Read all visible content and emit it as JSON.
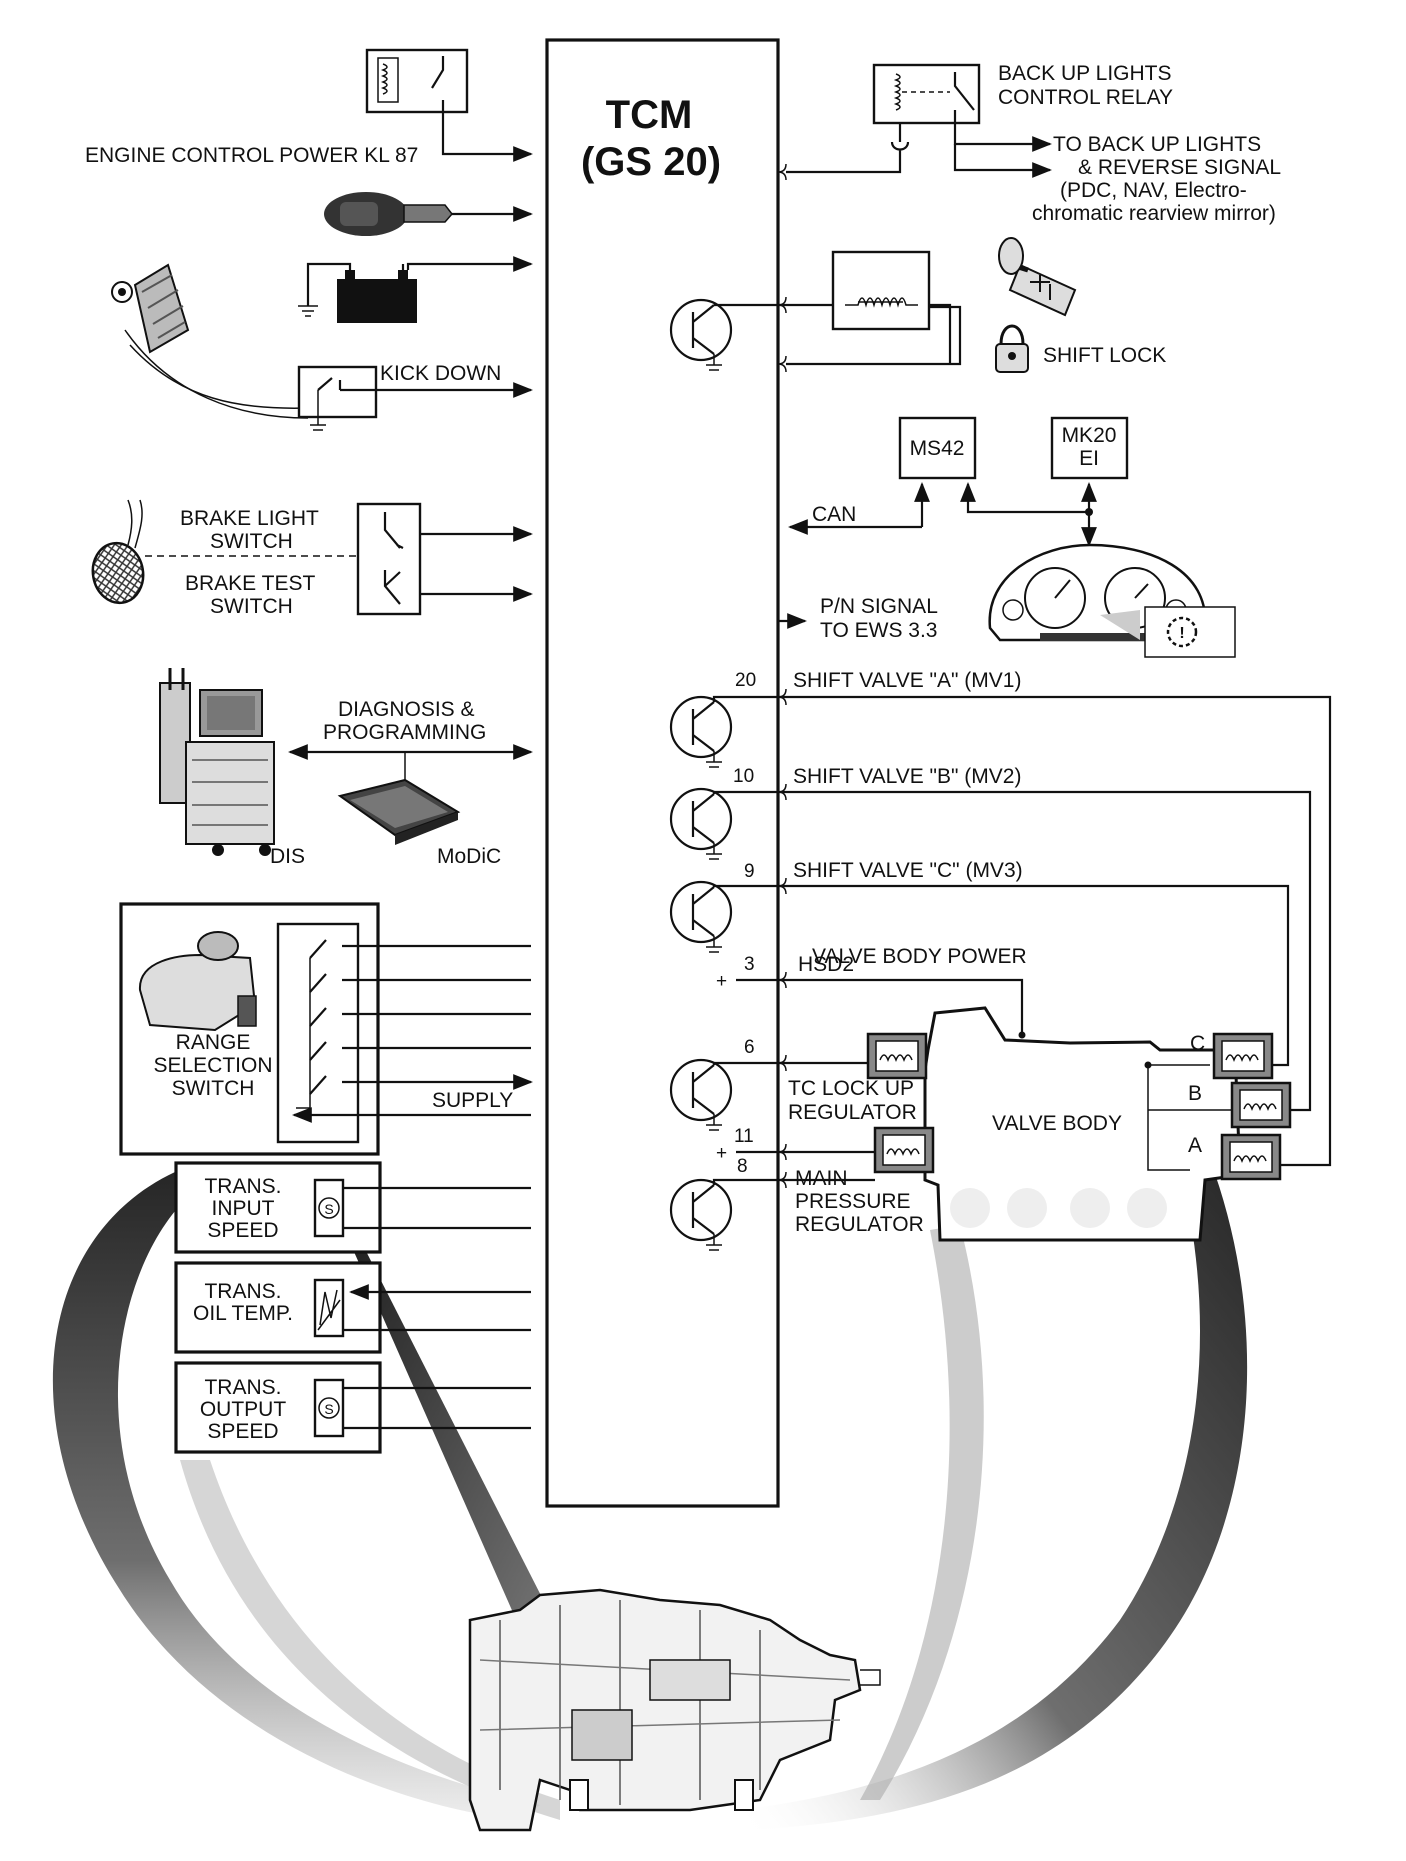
{
  "tcm": {
    "line1": "TCM",
    "line2": "(GS 20)"
  },
  "inputs": {
    "engine_power": "ENGINE CONTROL POWER KL 87",
    "kick_down": "KICK DOWN",
    "brake_light_1": "BRAKE LIGHT",
    "brake_light_2": "SWITCH",
    "brake_test_1": "BRAKE TEST",
    "brake_test_2": "SWITCH",
    "diag_1": "DIAGNOSIS &",
    "diag_2": "PROGRAMMING",
    "dis": "DIS",
    "modic": "MoDiC",
    "range_1": "RANGE",
    "range_2": "SELECTION",
    "range_3": "SWITCH",
    "supply": "SUPPLY",
    "input_speed": [
      "TRANS.",
      "INPUT",
      "SPEED"
    ],
    "oil_temp": [
      "TRANS.",
      "OIL TEMP."
    ],
    "output_speed": [
      "TRANS.",
      "OUTPUT",
      "SPEED"
    ],
    "sensor_s": "S"
  },
  "outputs": {
    "backup_relay_1": "BACK UP LIGHTS",
    "backup_relay_2": "CONTROL RELAY",
    "to_backup": [
      "TO BACK UP LIGHTS",
      "& REVERSE SIGNAL",
      "(PDC, NAV, Electro-",
      "chromatic rearview mirror)"
    ],
    "shift_lock": "SHIFT LOCK",
    "ms42": "MS42",
    "mk20_1": "MK20",
    "mk20_2": "EI",
    "can": "CAN",
    "pn_1": "P/N SIGNAL",
    "pn_2": "TO EWS 3.3",
    "shift_a": "SHIFT VALVE \"A\" (MV1)",
    "shift_b": "SHIFT VALVE \"B\" (MV2)",
    "shift_c": "SHIFT VALVE \"C\" (MV3)",
    "valve_power": "VALVE BODY POWER",
    "hsd2": "HSD2",
    "tc_1": "TC LOCK UP",
    "tc_2": "REGULATOR",
    "main_1": "MAIN",
    "main_2": "PRESSURE",
    "main_3": "REGULATOR",
    "valve_body": "VALVE BODY",
    "va": "A",
    "vb": "B",
    "vc": "C",
    "pins": {
      "p20": "20",
      "p10": "10",
      "p9": "9",
      "p3": "3",
      "p6": "6",
      "p11": "11",
      "p8": "8"
    },
    "plus": "+"
  }
}
